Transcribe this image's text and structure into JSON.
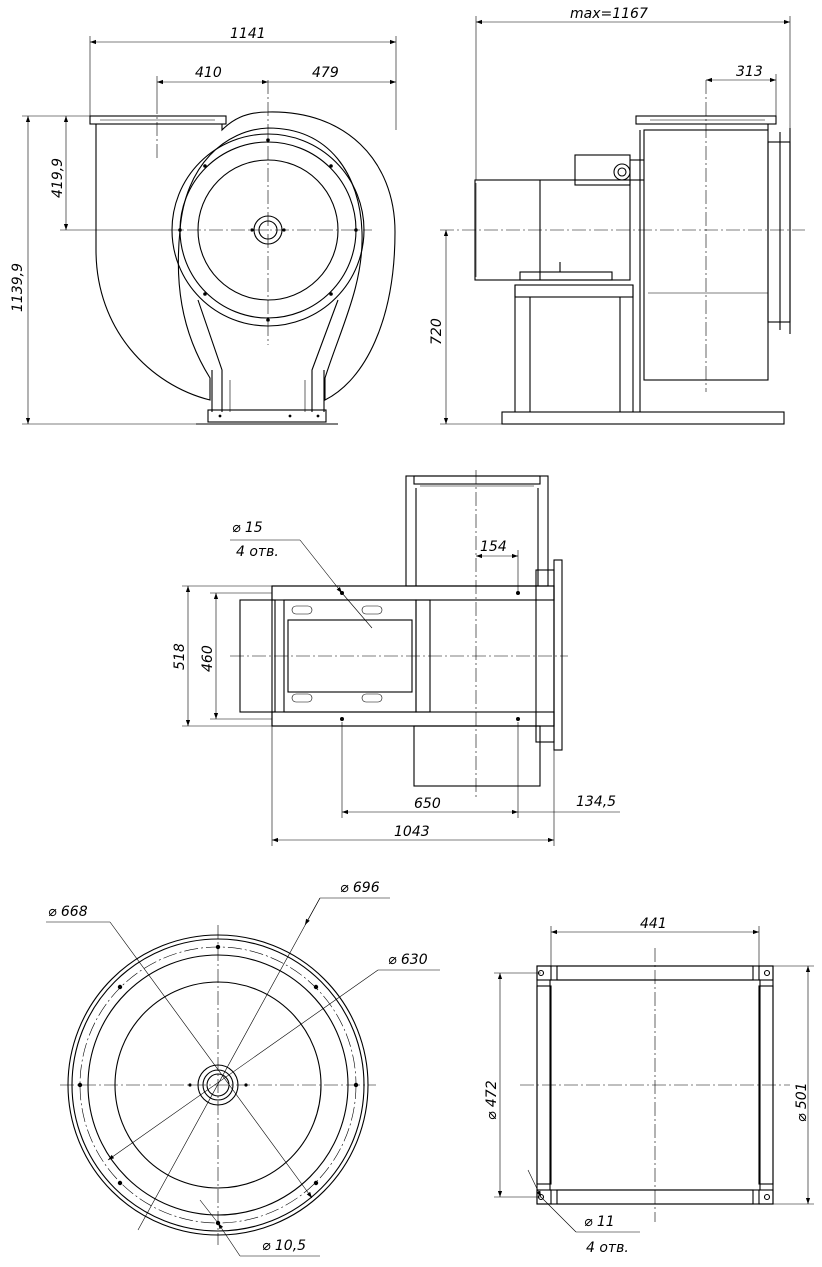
{
  "dimensions": {
    "front_total_width": "1141",
    "front_left": "410",
    "front_right": "479",
    "front_height_axis": "419,9",
    "front_total_height": "1139,9",
    "side_max_width": "max=1167",
    "side_outlet": "313",
    "side_axis_height": "720",
    "plan_hole": "⌀ 15",
    "plan_hole_count": "4 отв.",
    "plan_154": "154",
    "plan_518": "518",
    "plan_460": "460",
    "plan_650": "650",
    "plan_134": "134,5",
    "plan_1043": "1043",
    "inlet_668": "⌀ 668",
    "inlet_696": "⌀ 696",
    "inlet_630": "⌀ 630",
    "inlet_hole": "⌀ 10,5",
    "outlet_441": "441",
    "outlet_472": "⌀ 472",
    "outlet_501": "⌀ 501",
    "outlet_hole": "⌀ 11",
    "outlet_hole_count": "4 отв."
  }
}
